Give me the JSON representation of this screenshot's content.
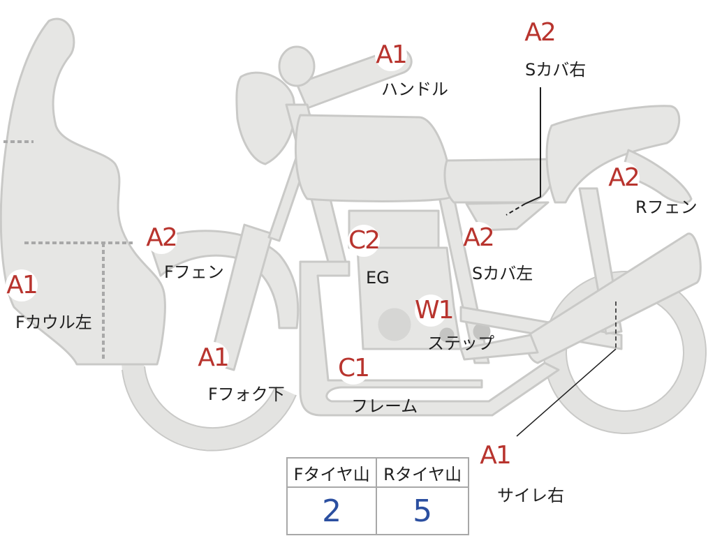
{
  "parts": [
    {
      "id": "handle",
      "grade": "A1",
      "label": "ハンドル"
    },
    {
      "id": "side-cover-right",
      "grade": "A2",
      "label": "Sカバ右"
    },
    {
      "id": "rear-fender",
      "grade": "A2",
      "label": "Rフェン"
    },
    {
      "id": "front-fender",
      "grade": "A2",
      "label": "Fフェン"
    },
    {
      "id": "engine",
      "grade": "C2",
      "label": "EG"
    },
    {
      "id": "side-cover-left",
      "grade": "A2",
      "label": "Sカバ左"
    },
    {
      "id": "front-cowl-left",
      "grade": "A1",
      "label": "Fカウル左"
    },
    {
      "id": "step",
      "grade": "W1",
      "label": "ステップ"
    },
    {
      "id": "front-fork-lower",
      "grade": "A1",
      "label": "Fフォク下"
    },
    {
      "id": "frame",
      "grade": "C1",
      "label": "フレーム"
    },
    {
      "id": "silencer-right",
      "grade": "A1",
      "label": "サイレ右"
    }
  ],
  "tread": {
    "front_header": "Fタイヤ山",
    "rear_header": "Rタイヤ山",
    "front_value": "2",
    "rear_value": "5"
  },
  "colors": {
    "grade_text": "#b8342e",
    "tread_value": "#2b4fa0",
    "body_fill": "#e6e6e4",
    "body_stroke": "#c8c8c6"
  }
}
